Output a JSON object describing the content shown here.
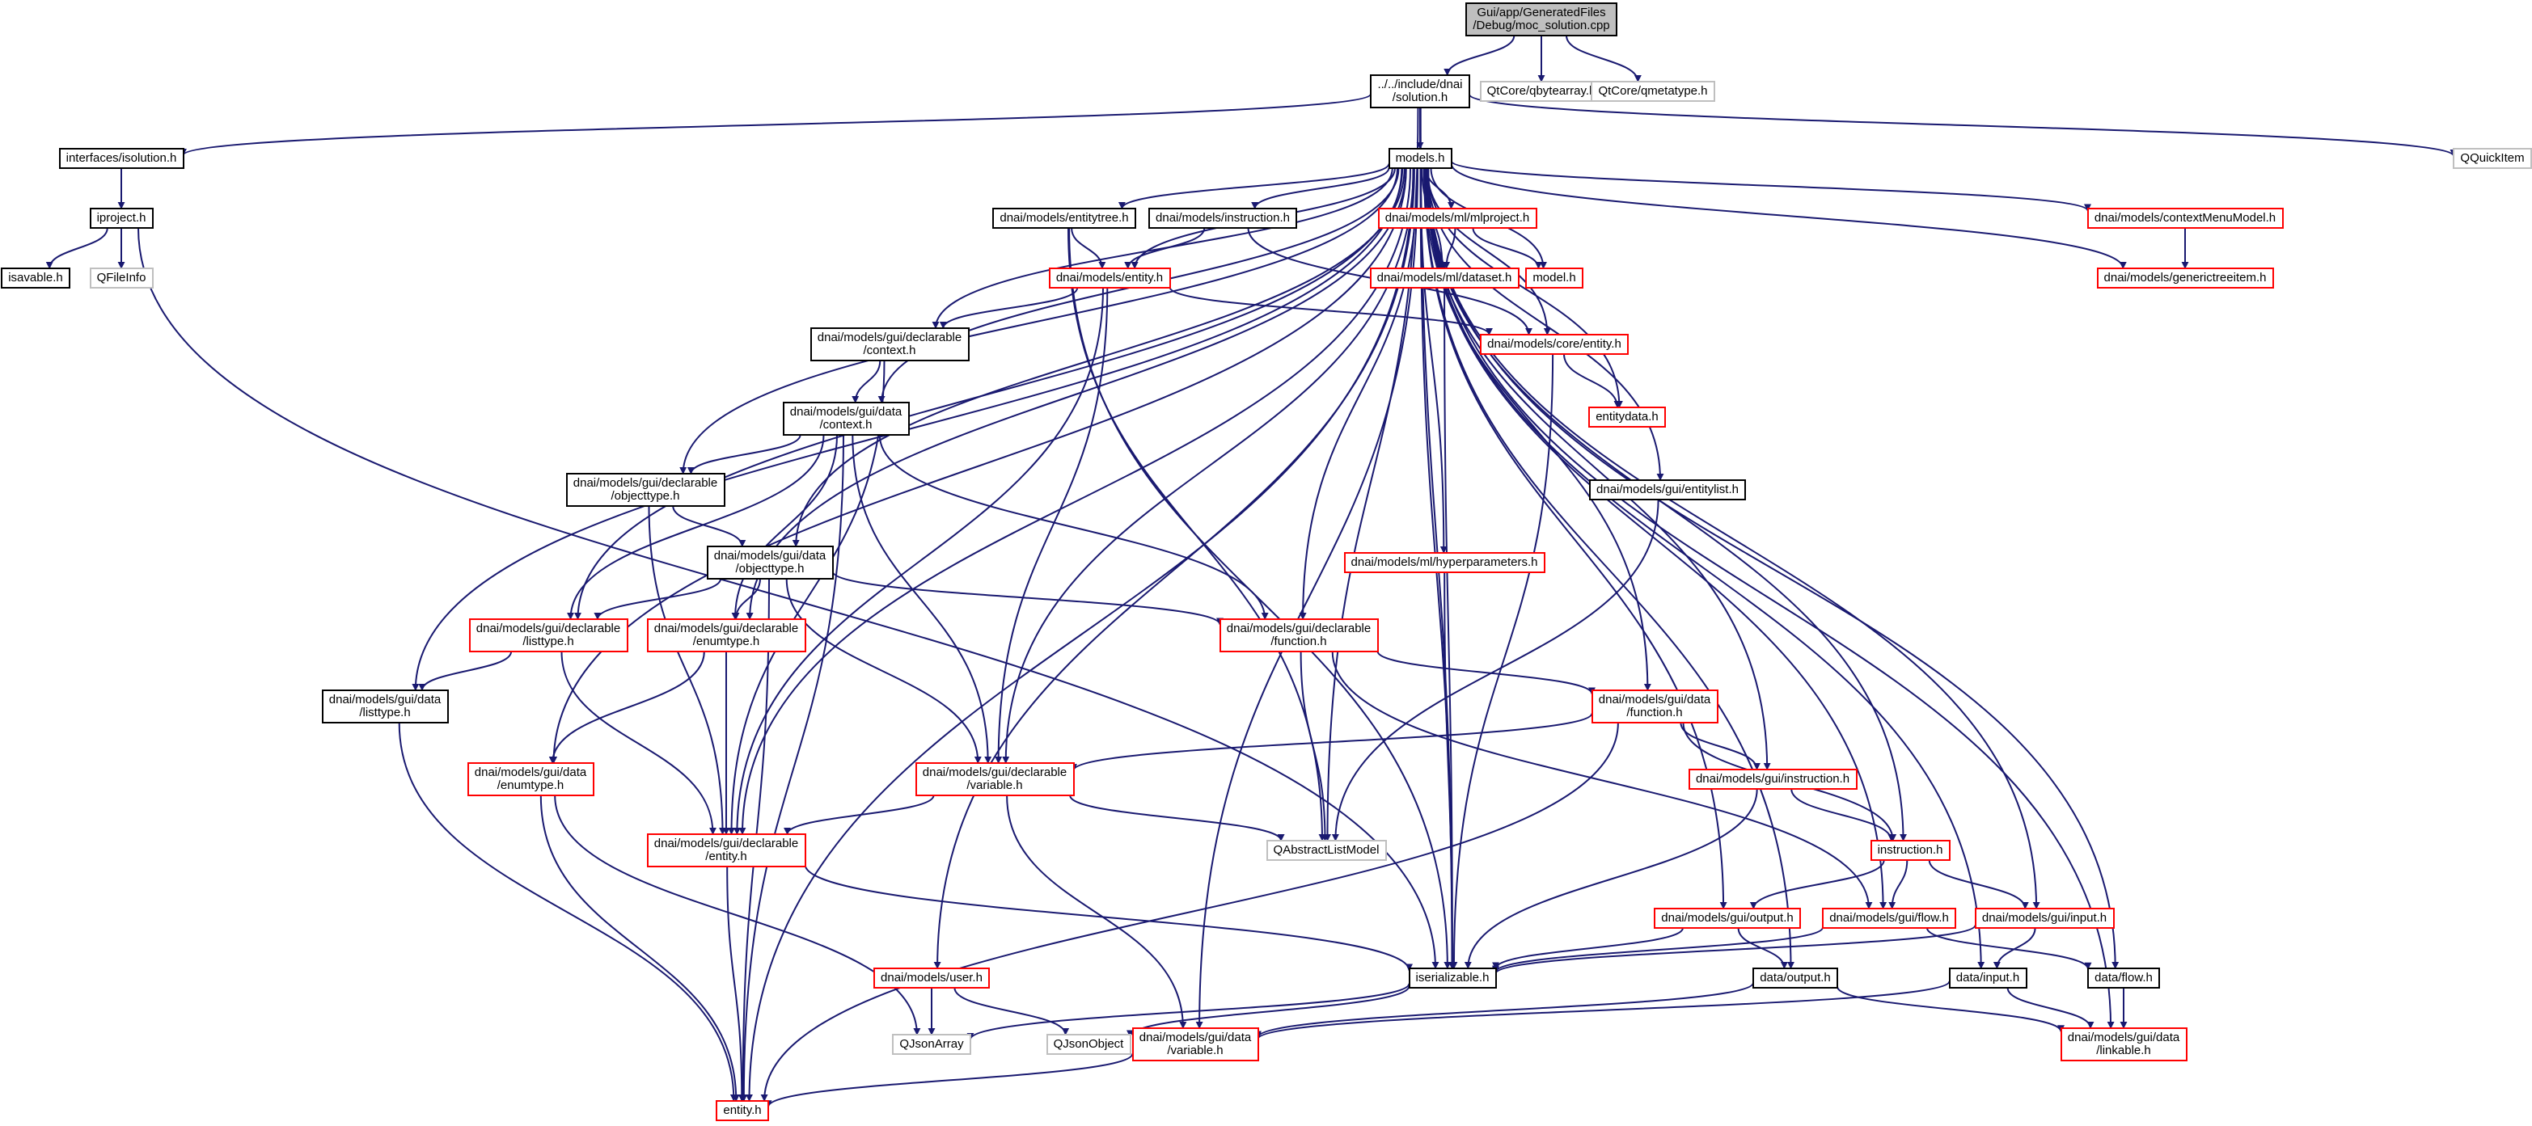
{
  "diagram": {
    "kind": "include-dependency-graph",
    "colors": {
      "edge": "#191970",
      "node_border_default": "#000000",
      "node_border_incomplete": "#ff0000",
      "node_border_external": "#bfbfbf",
      "node_fill_root": "#bfbfbf",
      "node_fill": "#ffffff"
    },
    "nodes": [
      {
        "id": "root",
        "style": "root",
        "lines": [
          "Gui/app/GeneratedFiles",
          "/Debug/moc_solution.cpp"
        ]
      },
      {
        "id": "solution_h",
        "style": "normal",
        "lines": [
          "../../include/dnai",
          "/solution.h"
        ]
      },
      {
        "id": "qbytearray",
        "style": "external",
        "lines": [
          "QtCore/qbytearray.h"
        ]
      },
      {
        "id": "qmetatype",
        "style": "external",
        "lines": [
          "QtCore/qmetatype.h"
        ]
      },
      {
        "id": "isolution",
        "style": "normal",
        "lines": [
          "interfaces/isolution.h"
        ]
      },
      {
        "id": "models_h",
        "style": "normal",
        "lines": [
          "models.h"
        ]
      },
      {
        "id": "qquickitem",
        "style": "external",
        "lines": [
          "QQuickItem"
        ]
      },
      {
        "id": "iproject",
        "style": "normal",
        "lines": [
          "iproject.h"
        ]
      },
      {
        "id": "isavable",
        "style": "normal",
        "lines": [
          "isavable.h"
        ]
      },
      {
        "id": "qfileinfo",
        "style": "external",
        "lines": [
          "QFileInfo"
        ]
      },
      {
        "id": "entitytree",
        "style": "normal",
        "lines": [
          "dnai/models/entitytree.h"
        ]
      },
      {
        "id": "m_instruction",
        "style": "normal",
        "lines": [
          "dnai/models/instruction.h"
        ]
      },
      {
        "id": "mlproject",
        "style": "red",
        "lines": [
          "dnai/models/ml/mlproject.h"
        ]
      },
      {
        "id": "contextmenu",
        "style": "red",
        "lines": [
          "dnai/models/contextMenuModel.h"
        ]
      },
      {
        "id": "m_entity",
        "style": "red",
        "lines": [
          "dnai/models/entity.h"
        ]
      },
      {
        "id": "dataset",
        "style": "red",
        "lines": [
          "dnai/models/ml/dataset.h"
        ]
      },
      {
        "id": "model_h",
        "style": "red",
        "lines": [
          "model.h"
        ]
      },
      {
        "id": "generictree",
        "style": "red",
        "lines": [
          "dnai/models/generictreeitem.h"
        ]
      },
      {
        "id": "decl_context",
        "style": "normal",
        "lines": [
          "dnai/models/gui/declarable",
          "/context.h"
        ]
      },
      {
        "id": "core_entity",
        "style": "red",
        "lines": [
          "dnai/models/core/entity.h"
        ]
      },
      {
        "id": "data_context",
        "style": "normal",
        "lines": [
          "dnai/models/gui/data",
          "/context.h"
        ]
      },
      {
        "id": "entitydata",
        "style": "red",
        "lines": [
          "entitydata.h"
        ]
      },
      {
        "id": "decl_objecttype",
        "style": "normal",
        "lines": [
          "dnai/models/gui/declarable",
          "/objecttype.h"
        ]
      },
      {
        "id": "entitylist",
        "style": "normal",
        "lines": [
          "dnai/models/gui/entitylist.h"
        ]
      },
      {
        "id": "data_objecttype",
        "style": "normal",
        "lines": [
          "dnai/models/gui/data",
          "/objecttype.h"
        ]
      },
      {
        "id": "hyperparams",
        "style": "red",
        "lines": [
          "dnai/models/ml/hyperparameters.h"
        ]
      },
      {
        "id": "decl_listtype",
        "style": "red",
        "lines": [
          "dnai/models/gui/declarable",
          "/listtype.h"
        ]
      },
      {
        "id": "decl_enumtype",
        "style": "red",
        "lines": [
          "dnai/models/gui/declarable",
          "/enumtype.h"
        ]
      },
      {
        "id": "decl_function",
        "style": "red",
        "lines": [
          "dnai/models/gui/declarable",
          "/function.h"
        ]
      },
      {
        "id": "data_listtype",
        "style": "normal",
        "lines": [
          "dnai/models/gui/data",
          "/listtype.h"
        ]
      },
      {
        "id": "data_function",
        "style": "red",
        "lines": [
          "dnai/models/gui/data",
          "/function.h"
        ]
      },
      {
        "id": "data_enumtype",
        "style": "red",
        "lines": [
          "dnai/models/gui/data",
          "/enumtype.h"
        ]
      },
      {
        "id": "decl_variable",
        "style": "red",
        "lines": [
          "dnai/models/gui/declarable",
          "/variable.h"
        ]
      },
      {
        "id": "gui_instruction",
        "style": "red",
        "lines": [
          "dnai/models/gui/instruction.h"
        ]
      },
      {
        "id": "decl_entity",
        "style": "red",
        "lines": [
          "dnai/models/gui/declarable",
          "/entity.h"
        ]
      },
      {
        "id": "qabstractlist",
        "style": "external",
        "lines": [
          "QAbstractListModel"
        ]
      },
      {
        "id": "instruction_h",
        "style": "red",
        "lines": [
          "instruction.h"
        ]
      },
      {
        "id": "gui_output",
        "style": "red",
        "lines": [
          "dnai/models/gui/output.h"
        ]
      },
      {
        "id": "gui_flow",
        "style": "red",
        "lines": [
          "dnai/models/gui/flow.h"
        ]
      },
      {
        "id": "gui_input",
        "style": "red",
        "lines": [
          "dnai/models/gui/input.h"
        ]
      },
      {
        "id": "user_h",
        "style": "red",
        "lines": [
          "dnai/models/user.h"
        ]
      },
      {
        "id": "iserializable",
        "style": "normal",
        "lines": [
          "iserializable.h"
        ]
      },
      {
        "id": "data_output",
        "style": "normal",
        "lines": [
          "data/output.h"
        ]
      },
      {
        "id": "data_input",
        "style": "normal",
        "lines": [
          "data/input.h"
        ]
      },
      {
        "id": "data_flow",
        "style": "normal",
        "lines": [
          "data/flow.h"
        ]
      },
      {
        "id": "qjsonarray",
        "style": "external",
        "lines": [
          "QJsonArray"
        ]
      },
      {
        "id": "qjsonobject",
        "style": "external",
        "lines": [
          "QJsonObject"
        ]
      },
      {
        "id": "data_variable",
        "style": "red",
        "lines": [
          "dnai/models/gui/data",
          "/variable.h"
        ]
      },
      {
        "id": "data_linkable",
        "style": "red",
        "lines": [
          "dnai/models/gui/data",
          "/linkable.h"
        ]
      },
      {
        "id": "entity_h",
        "style": "red",
        "lines": [
          "entity.h"
        ]
      }
    ],
    "edges": [
      [
        "root",
        "solution_h"
      ],
      [
        "root",
        "qbytearray"
      ],
      [
        "root",
        "qmetatype"
      ],
      [
        "solution_h",
        "isolution"
      ],
      [
        "solution_h",
        "models_h"
      ],
      [
        "solution_h",
        "qquickitem"
      ],
      [
        "solution_h",
        "iserializable"
      ],
      [
        "solution_h",
        "qabstractlist"
      ],
      [
        "isolution",
        "iproject"
      ],
      [
        "iproject",
        "isavable"
      ],
      [
        "iproject",
        "qfileinfo"
      ],
      [
        "iproject",
        "iserializable"
      ],
      [
        "models_h",
        "entitytree"
      ],
      [
        "models_h",
        "m_instruction"
      ],
      [
        "models_h",
        "mlproject"
      ],
      [
        "models_h",
        "contextmenu"
      ],
      [
        "models_h",
        "m_entity"
      ],
      [
        "models_h",
        "dataset"
      ],
      [
        "models_h",
        "model_h"
      ],
      [
        "models_h",
        "generictree"
      ],
      [
        "models_h",
        "decl_context"
      ],
      [
        "models_h",
        "core_entity"
      ],
      [
        "models_h",
        "data_context"
      ],
      [
        "models_h",
        "entitydata"
      ],
      [
        "models_h",
        "decl_objecttype"
      ],
      [
        "models_h",
        "entitylist"
      ],
      [
        "models_h",
        "data_objecttype"
      ],
      [
        "models_h",
        "hyperparams"
      ],
      [
        "models_h",
        "decl_listtype"
      ],
      [
        "models_h",
        "decl_enumtype"
      ],
      [
        "models_h",
        "decl_function"
      ],
      [
        "models_h",
        "data_listtype"
      ],
      [
        "models_h",
        "data_function"
      ],
      [
        "models_h",
        "data_enumtype"
      ],
      [
        "models_h",
        "decl_variable"
      ],
      [
        "models_h",
        "gui_instruction"
      ],
      [
        "models_h",
        "decl_entity"
      ],
      [
        "models_h",
        "instruction_h"
      ],
      [
        "models_h",
        "gui_output"
      ],
      [
        "models_h",
        "gui_flow"
      ],
      [
        "models_h",
        "gui_input"
      ],
      [
        "models_h",
        "user_h"
      ],
      [
        "models_h",
        "iserializable"
      ],
      [
        "models_h",
        "data_output"
      ],
      [
        "models_h",
        "data_input"
      ],
      [
        "models_h",
        "data_flow"
      ],
      [
        "models_h",
        "data_variable"
      ],
      [
        "models_h",
        "data_linkable"
      ],
      [
        "models_h",
        "entity_h"
      ],
      [
        "entitytree",
        "m_entity"
      ],
      [
        "entitytree",
        "iserializable"
      ],
      [
        "entitytree",
        "qabstractlist"
      ],
      [
        "m_instruction",
        "m_entity"
      ],
      [
        "m_instruction",
        "core_entity"
      ],
      [
        "mlproject",
        "dataset"
      ],
      [
        "mlproject",
        "model_h"
      ],
      [
        "contextmenu",
        "generictree"
      ],
      [
        "m_entity",
        "decl_context"
      ],
      [
        "m_entity",
        "core_entity"
      ],
      [
        "m_entity",
        "decl_variable"
      ],
      [
        "m_entity",
        "decl_entity"
      ],
      [
        "dataset",
        "iserializable"
      ],
      [
        "decl_context",
        "data_context"
      ],
      [
        "decl_context",
        "decl_entity"
      ],
      [
        "core_entity",
        "entitydata"
      ],
      [
        "core_entity",
        "iserializable"
      ],
      [
        "data_context",
        "decl_objecttype"
      ],
      [
        "data_context",
        "decl_listtype"
      ],
      [
        "data_context",
        "decl_enumtype"
      ],
      [
        "data_context",
        "decl_function"
      ],
      [
        "data_context",
        "decl_variable"
      ],
      [
        "data_context",
        "entity_h"
      ],
      [
        "decl_objecttype",
        "data_objecttype"
      ],
      [
        "decl_objecttype",
        "decl_entity"
      ],
      [
        "entitylist",
        "qabstractlist"
      ],
      [
        "data_objecttype",
        "decl_listtype"
      ],
      [
        "data_objecttype",
        "decl_enumtype"
      ],
      [
        "data_objecttype",
        "decl_function"
      ],
      [
        "data_objecttype",
        "decl_variable"
      ],
      [
        "data_objecttype",
        "entity_h"
      ],
      [
        "hyperparams",
        "iserializable"
      ],
      [
        "decl_listtype",
        "data_listtype"
      ],
      [
        "decl_listtype",
        "decl_entity"
      ],
      [
        "decl_enumtype",
        "data_enumtype"
      ],
      [
        "decl_enumtype",
        "decl_entity"
      ],
      [
        "decl_function",
        "data_function"
      ],
      [
        "decl_function",
        "qabstractlist"
      ],
      [
        "decl_function",
        "gui_flow"
      ],
      [
        "data_listtype",
        "entity_h"
      ],
      [
        "data_function",
        "decl_variable"
      ],
      [
        "data_function",
        "gui_instruction"
      ],
      [
        "data_function",
        "instruction_h"
      ],
      [
        "data_function",
        "entity_h"
      ],
      [
        "data_enumtype",
        "qjsonarray"
      ],
      [
        "data_enumtype",
        "entity_h"
      ],
      [
        "decl_variable",
        "decl_entity"
      ],
      [
        "decl_variable",
        "qabstractlist"
      ],
      [
        "decl_variable",
        "data_variable"
      ],
      [
        "gui_instruction",
        "instruction_h"
      ],
      [
        "gui_instruction",
        "iserializable"
      ],
      [
        "decl_entity",
        "iserializable"
      ],
      [
        "decl_entity",
        "entity_h"
      ],
      [
        "instruction_h",
        "gui_output"
      ],
      [
        "instruction_h",
        "gui_flow"
      ],
      [
        "instruction_h",
        "gui_input"
      ],
      [
        "gui_output",
        "iserializable"
      ],
      [
        "gui_output",
        "data_output"
      ],
      [
        "gui_flow",
        "iserializable"
      ],
      [
        "gui_flow",
        "data_flow"
      ],
      [
        "gui_input",
        "iserializable"
      ],
      [
        "gui_input",
        "data_input"
      ],
      [
        "user_h",
        "qjsonarray"
      ],
      [
        "user_h",
        "qjsonobject"
      ],
      [
        "iserializable",
        "qjsonarray"
      ],
      [
        "iserializable",
        "qjsonobject"
      ],
      [
        "data_output",
        "data_variable"
      ],
      [
        "data_output",
        "data_linkable"
      ],
      [
        "data_input",
        "data_variable"
      ],
      [
        "data_input",
        "data_linkable"
      ],
      [
        "data_flow",
        "data_linkable"
      ],
      [
        "data_variable",
        "entity_h"
      ]
    ]
  }
}
